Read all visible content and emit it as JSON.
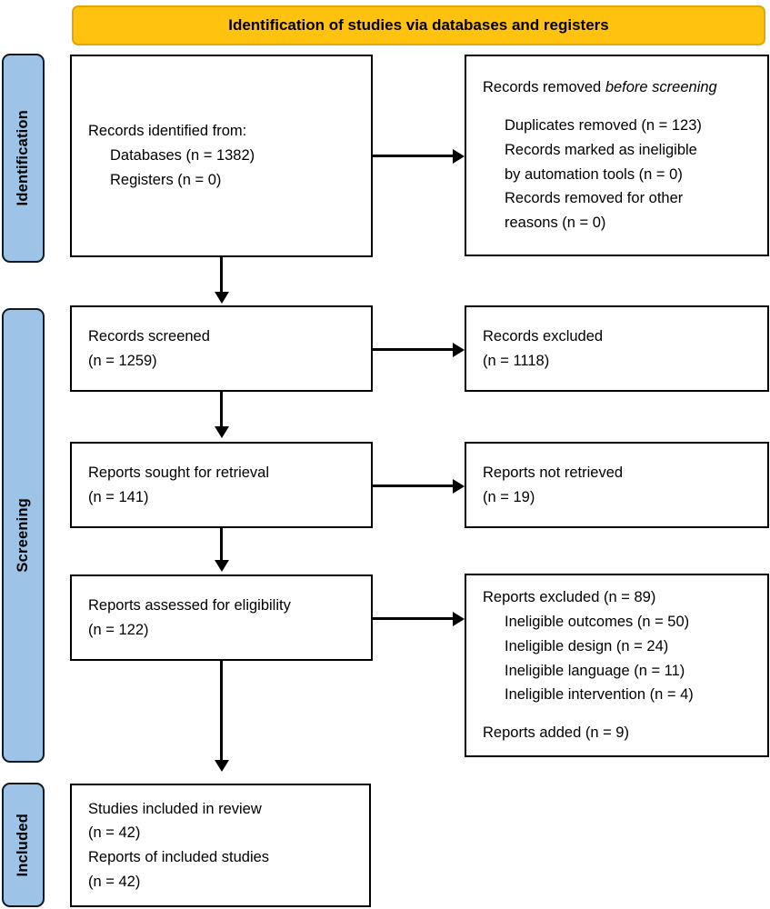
{
  "header": {
    "title": "Identification of studies via databases and registers",
    "background_color": "#FFC20E",
    "text_color": "#000000"
  },
  "phases": {
    "background_color": "#9DC3E6",
    "border_color": "#101820",
    "identification": "Identification",
    "screening": "Screening",
    "included": "Included"
  },
  "boxes": {
    "identified": {
      "line1": "Records identified from:",
      "line2": "Databases (n = 1382)",
      "line3": "Registers (n = 0)"
    },
    "removed_before_screening": {
      "line1_a": "Records removed ",
      "line1_b": "before screening",
      "line2": "Duplicates removed (n = 123)",
      "line3": "Records marked as ineligible",
      "line4": "by automation tools (n = 0)",
      "line5": "Records removed for other",
      "line6": "reasons (n = 0)"
    },
    "records_screened": {
      "line1": "Records screened",
      "line2": "(n = 1259)"
    },
    "records_excluded": {
      "line1": "Records excluded",
      "line2": "(n = 1118)"
    },
    "reports_sought": {
      "line1": "Reports sought for retrieval",
      "line2": "(n = 141)"
    },
    "reports_not_retrieved": {
      "line1": "Reports not retrieved",
      "line2": "(n = 19)"
    },
    "reports_assessed": {
      "line1": "Reports assessed for eligibility",
      "line2": "(n = 122)"
    },
    "reports_excluded": {
      "line1": "Reports excluded (n = 89)",
      "line2": "Ineligible outcomes (n = 50)",
      "line3": "Ineligible design (n = 24)",
      "line4": "Ineligible language (n = 11)",
      "line5": "Ineligible intervention (n = 4)",
      "line6": "Reports added (n = 9)"
    },
    "studies_included": {
      "line1": "Studies included in review",
      "line2": "(n = 42)",
      "line3": "Reports of included studies",
      "line4": "(n = 42)"
    }
  },
  "chart_data": {
    "type": "diagram",
    "title": "PRISMA 2020 flow diagram",
    "nodes": [
      {
        "id": "identified",
        "phase": "Identification",
        "label": "Records identified from: Databases (n = 1382); Registers (n = 0)",
        "counts": {
          "databases": 1382,
          "registers": 0,
          "total": 1382
        }
      },
      {
        "id": "removed_before_screening",
        "phase": "Identification",
        "label": "Records removed before screening",
        "counts": {
          "duplicates_removed": 123,
          "marked_ineligible_by_automation_tools": 0,
          "removed_for_other_reasons": 0
        }
      },
      {
        "id": "records_screened",
        "phase": "Screening",
        "label": "Records screened",
        "counts": {
          "n": 1259
        }
      },
      {
        "id": "records_excluded",
        "phase": "Screening",
        "label": "Records excluded",
        "counts": {
          "n": 1118
        }
      },
      {
        "id": "reports_sought",
        "phase": "Screening",
        "label": "Reports sought for retrieval",
        "counts": {
          "n": 141
        }
      },
      {
        "id": "reports_not_retrieved",
        "phase": "Screening",
        "label": "Reports not retrieved",
        "counts": {
          "n": 19
        }
      },
      {
        "id": "reports_assessed",
        "phase": "Screening",
        "label": "Reports assessed for eligibility",
        "counts": {
          "n": 122
        }
      },
      {
        "id": "reports_excluded",
        "phase": "Screening",
        "label": "Reports excluded",
        "counts": {
          "n": 89,
          "ineligible_outcomes": 50,
          "ineligible_design": 24,
          "ineligible_language": 11,
          "ineligible_intervention": 4,
          "reports_added": 9
        }
      },
      {
        "id": "studies_included",
        "phase": "Included",
        "label": "Studies included in review",
        "counts": {
          "studies": 42,
          "reports_of_included_studies": 42
        }
      }
    ],
    "edges": [
      {
        "from": "identified",
        "to": "removed_before_screening",
        "direction": "right"
      },
      {
        "from": "identified",
        "to": "records_screened",
        "direction": "down"
      },
      {
        "from": "records_screened",
        "to": "records_excluded",
        "direction": "right"
      },
      {
        "from": "records_screened",
        "to": "reports_sought",
        "direction": "down"
      },
      {
        "from": "reports_sought",
        "to": "reports_not_retrieved",
        "direction": "right"
      },
      {
        "from": "reports_sought",
        "to": "reports_assessed",
        "direction": "down"
      },
      {
        "from": "reports_assessed",
        "to": "reports_excluded",
        "direction": "right"
      },
      {
        "from": "reports_assessed",
        "to": "studies_included",
        "direction": "down"
      }
    ]
  }
}
